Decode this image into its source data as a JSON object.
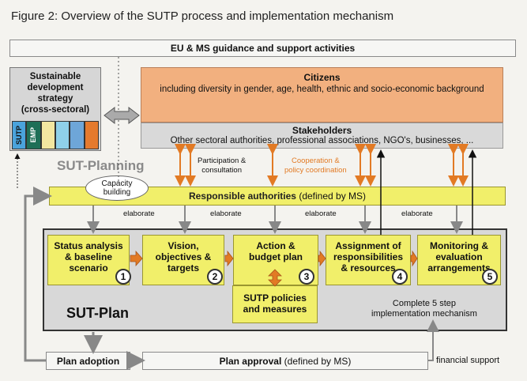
{
  "figure_title": "Figure 2: Overview of the SUTP process and implementation mechanism",
  "eu_ms_box": "EU & MS guidance and support activities",
  "strategy": {
    "line1": "Sustainable",
    "line2": "development",
    "line3": "strategy",
    "line4": "(cross-sectoral)",
    "tab1": "SUTP",
    "tab2": "EMP",
    "tab_colors": [
      "#4aa3dc",
      "#1f6f57",
      "#f3e6a0",
      "#8fd0ea",
      "#6ea6d8",
      "#e57a2d"
    ]
  },
  "citizens": {
    "title": "Citizens",
    "subtitle": "including diversity in gender, age, health, ethnic and socio-economic background"
  },
  "stakeholders": {
    "title": "Stakeholders",
    "subtitle": "Other sectoral authorities, professional associations, NGO's, businesses, ..."
  },
  "labels": {
    "participation": "Participation &",
    "consultation": "consultation",
    "cooperation": "Cooperation &",
    "policy_coordination": "policy coordination",
    "sut_planning": "SUT-Planning",
    "capacity1": "Capacity",
    "capacity2": "building",
    "elaborate": "elaborate"
  },
  "responsible": {
    "bold": "Responsible authorities",
    "normal": " (defined by MS)"
  },
  "steps": [
    {
      "line1": "Status analysis",
      "line2": "& baseline",
      "line3": "scenario",
      "num": "1"
    },
    {
      "line1": "Vision,",
      "line2": "objectives &",
      "line3": "targets",
      "num": "2"
    },
    {
      "line1": "Action &",
      "line2": "budget plan",
      "line3": "",
      "num": "3"
    },
    {
      "line1": "Assignment of",
      "line2": "responsibilities",
      "line3": "& resources",
      "num": "4"
    },
    {
      "line1": "Monitoring &",
      "line2": "evaluation",
      "line3": "arrangements",
      "num": "5"
    }
  ],
  "policies": {
    "line1": "SUTP policies",
    "line2": "and measures"
  },
  "sut_plan": "SUT-Plan",
  "complete": {
    "line1": "Complete 5 step",
    "line2": "implementation mechanism"
  },
  "plan_adoption": "Plan adoption",
  "plan_approval": {
    "bold": "Plan approval",
    "normal": " (defined by MS)"
  },
  "financial_support": "financial support",
  "colors": {
    "citizens": "#f2b07f",
    "stakeholders": "#d9d9d9",
    "yellow": "#f1ef6a",
    "orange_arrow": "#e27a24",
    "sut_plan_bg": "#d8d8d8"
  }
}
